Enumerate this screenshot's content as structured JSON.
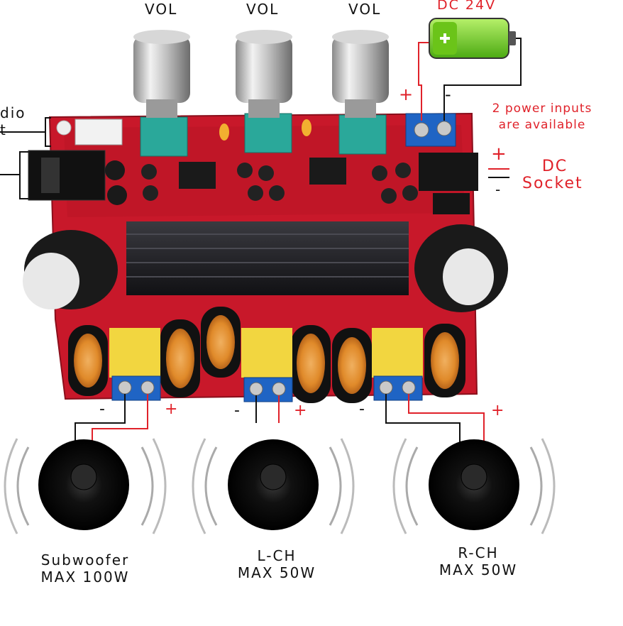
{
  "knob_labels": [
    "VOL",
    "VOL",
    "VOL"
  ],
  "power": {
    "battery_label": "DC 24V",
    "plus": "+",
    "minus": "-",
    "note_line1": "2 power inputs",
    "note_line2": "are available",
    "socket_line1": "DC",
    "socket_line2": "Socket",
    "socket_plus": "+",
    "socket_minus": "-"
  },
  "audio_input": {
    "label_line1": "dio",
    "label_line2": "t"
  },
  "outputs": [
    {
      "name": "Subwoofer",
      "power": "MAX 100W",
      "minus": "-",
      "plus": "+"
    },
    {
      "name": "L-CH",
      "power": "MAX 50W",
      "minus": "-",
      "plus": "+"
    },
    {
      "name": "R-CH",
      "power": "MAX 50W",
      "minus": "-",
      "plus": "+"
    }
  ],
  "colors": {
    "board": "#c8182a",
    "heatsink": "#1e1e22",
    "terminal": "#1f64c4",
    "capacitor_yellow": "#f2d640",
    "battery_green": "#7ed321",
    "wire_red": "#e0222a"
  }
}
